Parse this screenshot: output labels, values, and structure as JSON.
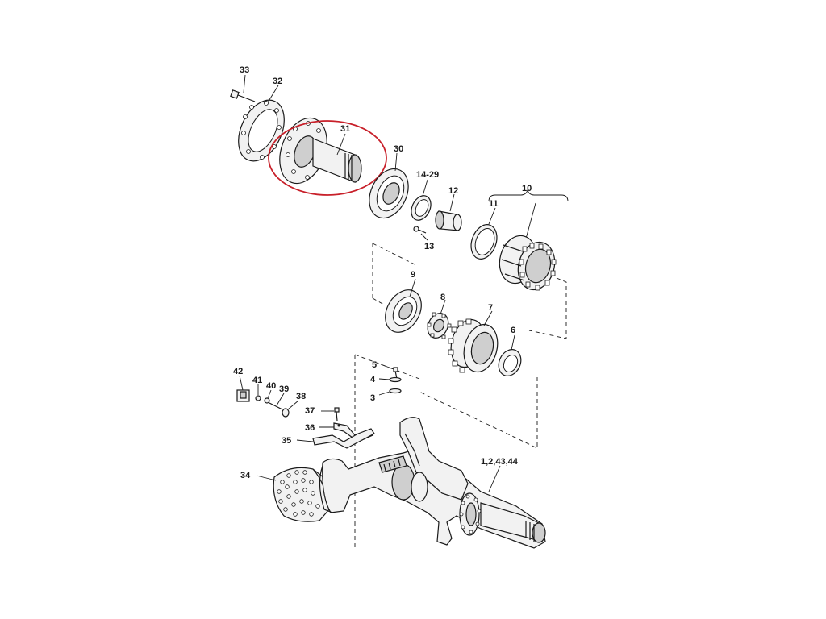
{
  "diagram": {
    "colors": {
      "highlight": "#c8202a",
      "line": "#1a1a1a",
      "background": "#ffffff"
    },
    "callouts": {
      "c33": "33",
      "c32": "32",
      "c31": "31",
      "c30": "30",
      "c14_29": "14-29",
      "c12": "12",
      "c13": "13",
      "c11": "11",
      "c10": "10",
      "c9": "9",
      "c8": "8",
      "c7": "7",
      "c6": "6",
      "c5": "5",
      "c4": "4",
      "c3": "3",
      "c42": "42",
      "c41": "41",
      "c40": "40",
      "c39": "39",
      "c38": "38",
      "c37": "37",
      "c36": "36",
      "c35": "35",
      "c34": "34",
      "c1_2_43_44": "1,2,43,44"
    },
    "highlighted_part": "31"
  }
}
